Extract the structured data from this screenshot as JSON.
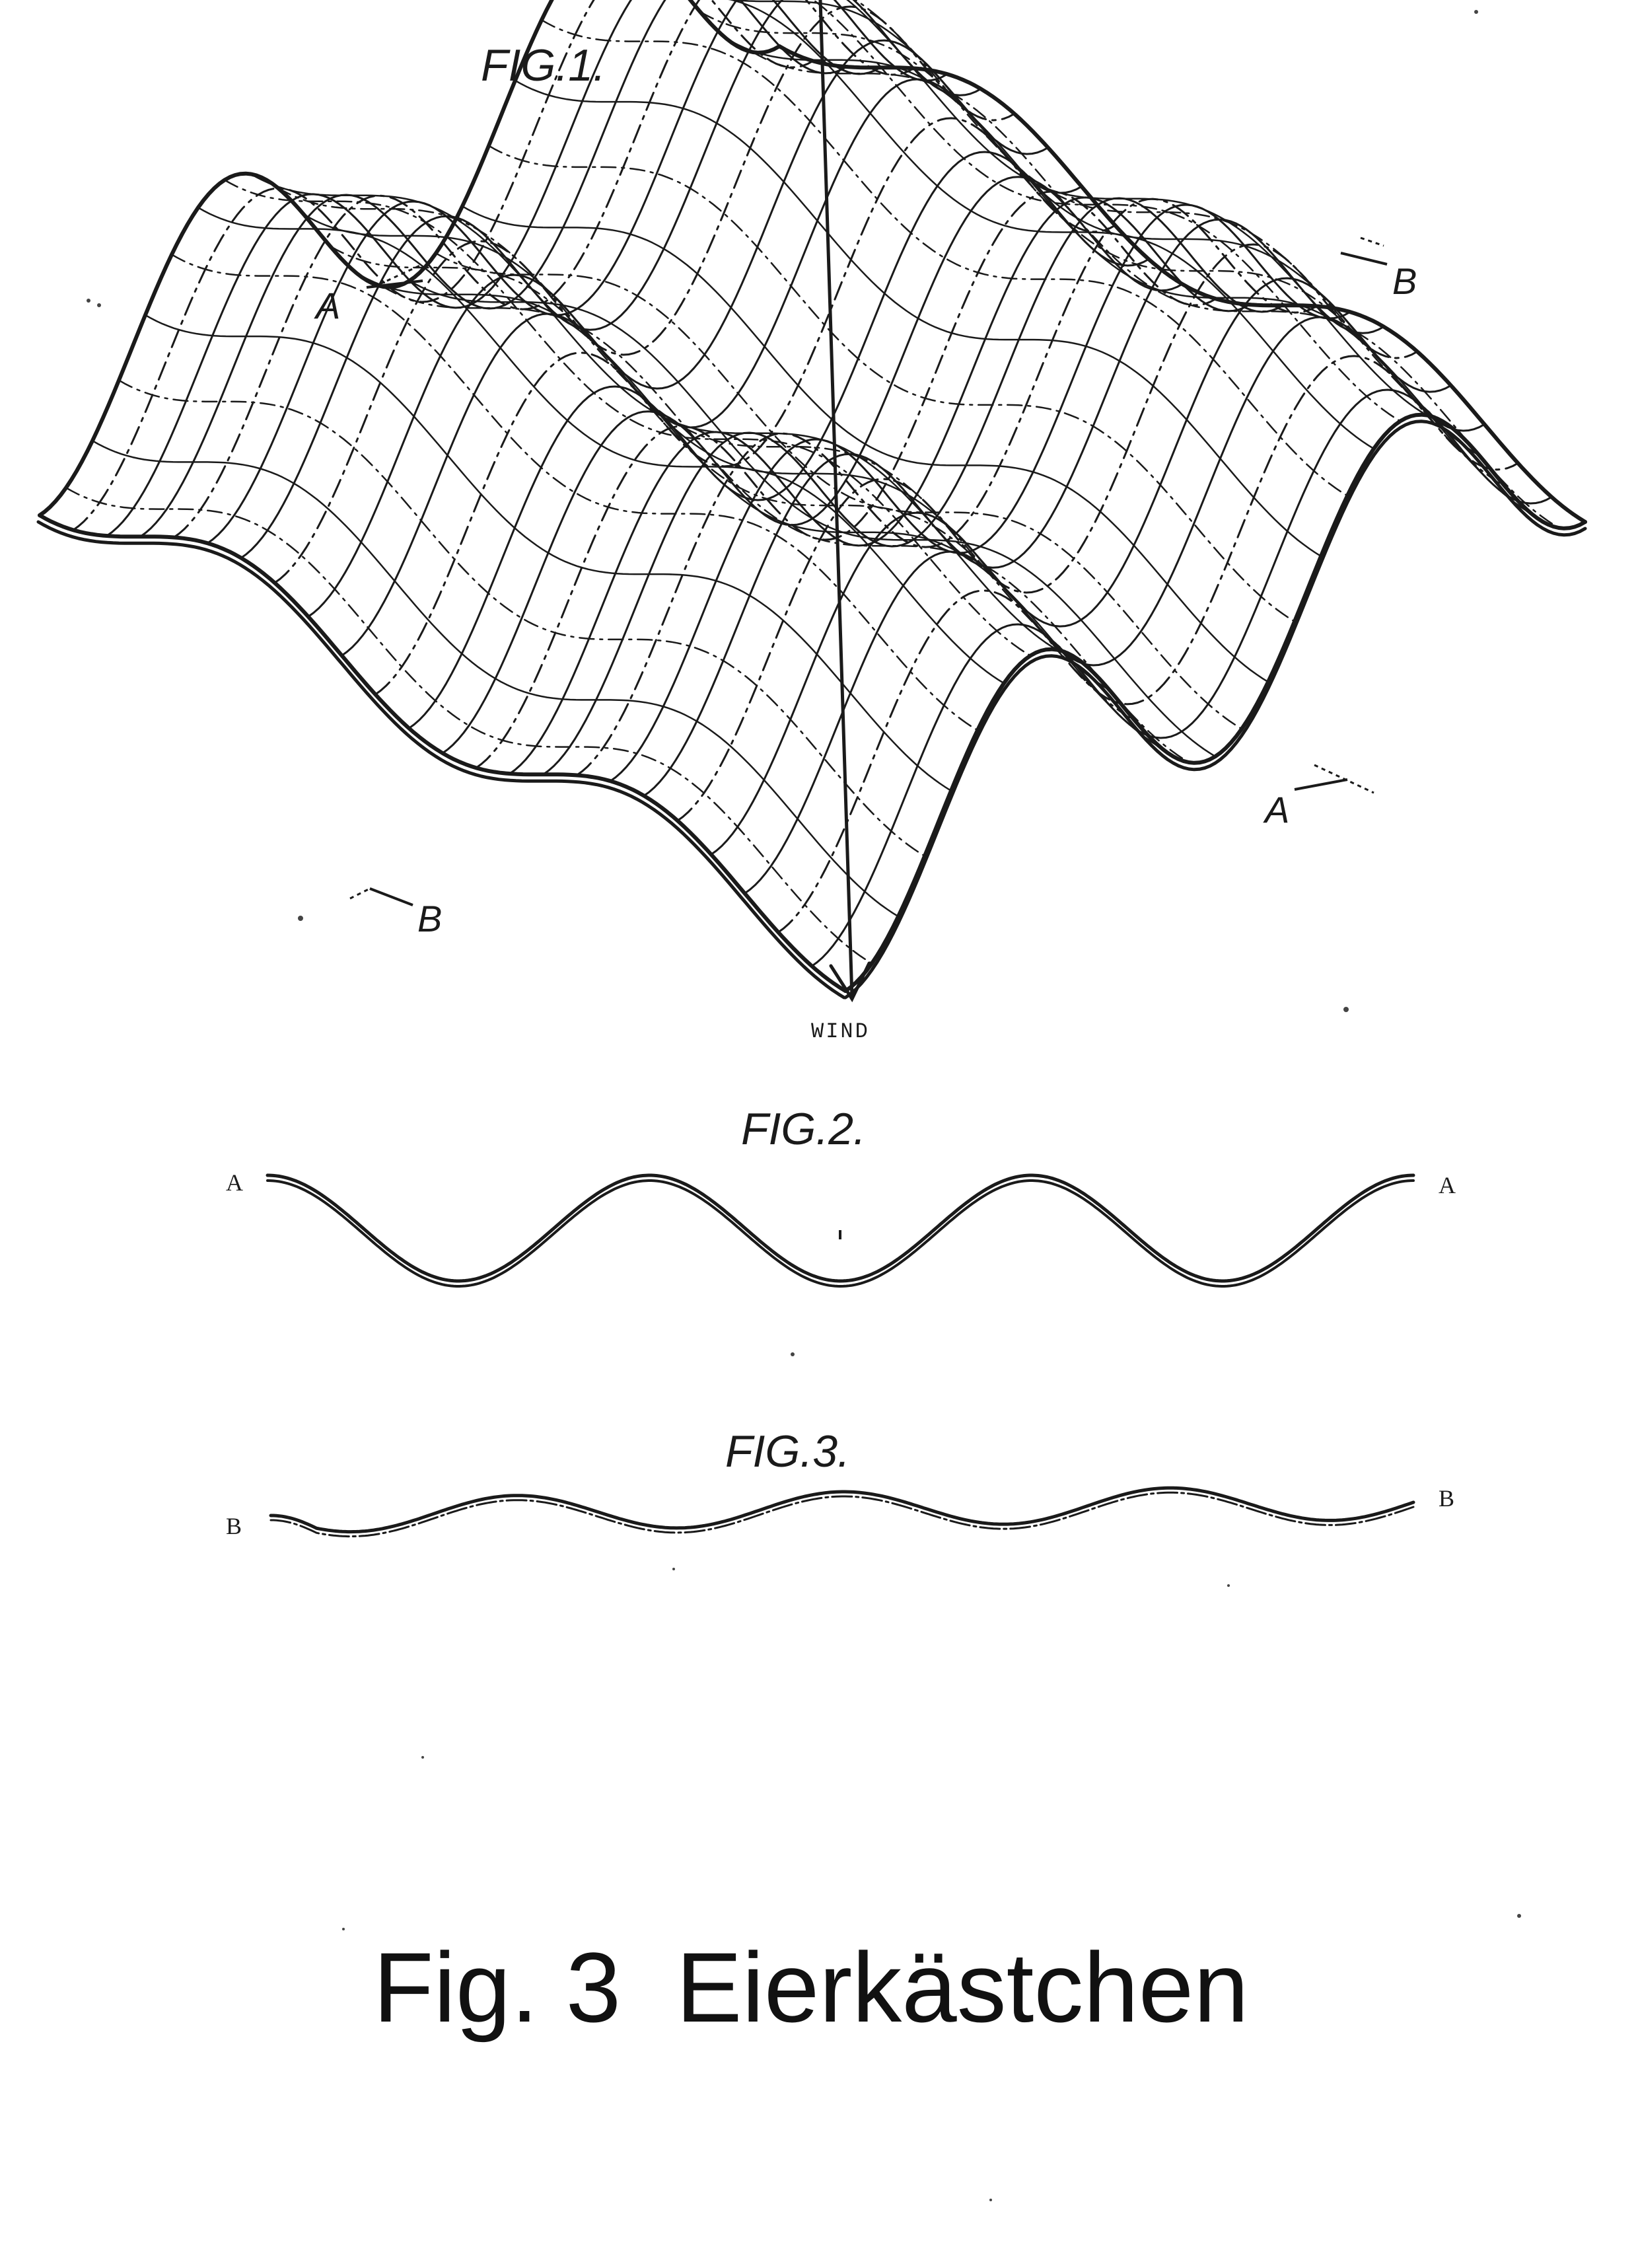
{
  "figures": {
    "fig1": {
      "label": "FIG.1."
    },
    "fig2": {
      "label": "FIG.2."
    },
    "fig3": {
      "label": "FIG.3."
    }
  },
  "section_markers": {
    "a_left": "A",
    "a_right": "A",
    "b_left": "B",
    "b_right": "B"
  },
  "wind": {
    "label": "WIND"
  },
  "profile_ends": {
    "fig2_left": "A",
    "fig2_right": "A",
    "fig3_left": "B",
    "fig3_right": "B"
  },
  "caption": "Fig. 3  Eierkästchen",
  "colors": {
    "ink": "#1a1a1a",
    "paper": "#ffffff"
  }
}
